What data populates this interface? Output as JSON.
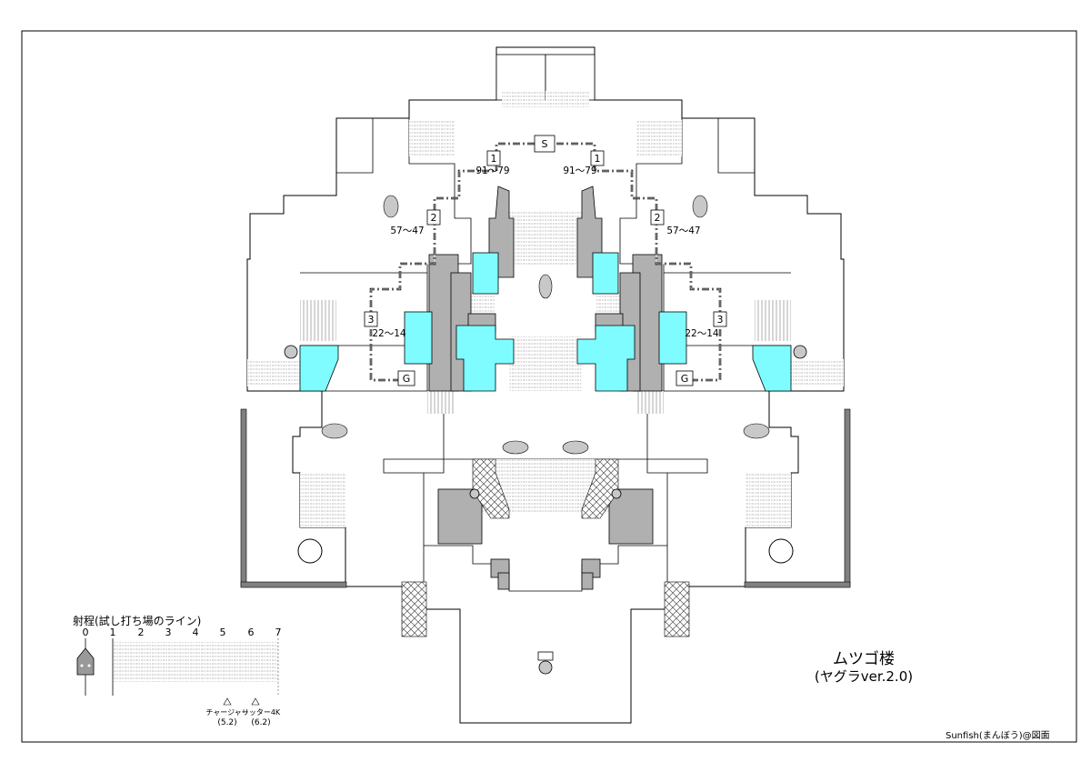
{
  "title": "ムツゴ楼",
  "subtitle": "(ヤグラver.2.0)",
  "credit": "Sunfish(まんぼう)@図面",
  "route": {
    "start": "S",
    "goal": "G",
    "checkpoints": [
      {
        "id": "1",
        "range": "91～79"
      },
      {
        "id": "2",
        "range": "57～47"
      },
      {
        "id": "3",
        "range": "22～14"
      }
    ]
  },
  "range_legend": {
    "title": "射程(試し打ち場のライン)",
    "ticks": [
      "0",
      "1",
      "2",
      "3",
      "4",
      "5",
      "6",
      "7"
    ],
    "markers": [
      {
        "name": "チャージャー",
        "value": "(5.2)"
      },
      {
        "name": "リッター4K",
        "value": "(6.2)"
      }
    ]
  },
  "colors": {
    "wall": "#808080",
    "block": "#b0b0b0",
    "water": "#7ffcff",
    "line": "#000000",
    "paper": "#ffffff"
  },
  "icons": [
    "squid-icon"
  ]
}
